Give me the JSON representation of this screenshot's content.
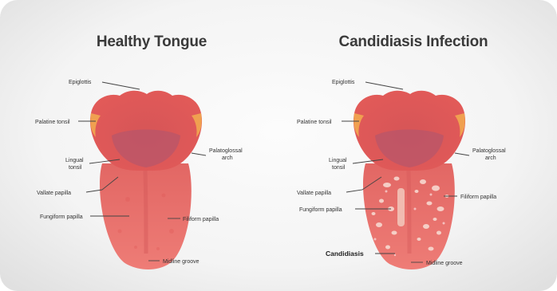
{
  "healthy": {
    "title": "Healthy Tongue",
    "labels": {
      "epiglottis": "Epiglottis",
      "palatine_tonsil": "Palatine tonsil",
      "lingual_tonsil_line1": "Lingual",
      "lingual_tonsil_line2": "tonsil",
      "palatoglossal_arch_line1": "Palatoglossal",
      "palatoglossal_arch_line2": "arch",
      "vallate_papilla": "Vallate papilla",
      "fungiform_papilla": "Fungiform papilla",
      "filiform_papilla": "Filiform papilla",
      "midline_groove": "Midline groove"
    }
  },
  "infected": {
    "title": "Candidiasis Infection",
    "labels": {
      "epiglottis": "Epiglottis",
      "palatine_tonsil": "Palatine tonsil",
      "lingual_tonsil_line1": "Lingual",
      "lingual_tonsil_line2": "tonsil",
      "palatoglossal_arch_line1": "Palatoglossal",
      "palatoglossal_arch_line2": "arch",
      "vallate_papilla": "Vallate papilla",
      "fungiform_papilla": "Fungiform papilla",
      "filiform_papilla": "Filiform papilla",
      "candidiasis": "Candidiasis",
      "midline_groove": "Midline groove"
    }
  },
  "colors": {
    "tongue_body": "#e86a66",
    "tongue_back": "#dc4f4f",
    "vallate_zone": "#b55467",
    "tonsil": "#f0a050",
    "candida_patch": "#f6d9cf"
  }
}
